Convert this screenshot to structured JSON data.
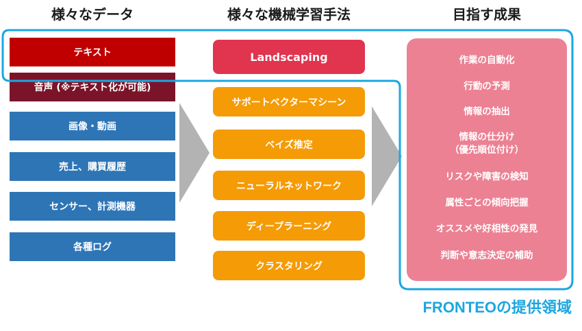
{
  "headings": {
    "data": "様々なデータ",
    "methods": "様々な機械学習手法",
    "goals": "目指す成果"
  },
  "data_items": [
    {
      "label": "テキスト",
      "color": "#c00000"
    },
    {
      "label": "音声 (※テキスト化が可能)",
      "color": "#7b1428"
    },
    {
      "label": "画像・動画",
      "color": "#2e75b6"
    },
    {
      "label": "売上、購買履歴",
      "color": "#2e75b6"
    },
    {
      "label": "センサー、計測機器",
      "color": "#2e75b6"
    },
    {
      "label": "各種ログ",
      "color": "#2e75b6"
    }
  ],
  "methods": [
    {
      "label": "Landscaping",
      "color": "#e0344f"
    },
    {
      "label": "サポートベクターマシーン",
      "color": "#f59b06"
    },
    {
      "label": "ベイズ推定",
      "color": "#f59b06"
    },
    {
      "label": "ニューラルネットワーク",
      "color": "#f59b06"
    },
    {
      "label": "ディープラーニング",
      "color": "#f59b06"
    },
    {
      "label": "クラスタリング",
      "color": "#f59b06"
    }
  ],
  "outcomes": [
    "作業の自動化",
    "行動の予測",
    "情報の抽出",
    "情報の仕分け",
    "（優先順位付け）",
    "リスクや障害の検知",
    "属性ごとの傾向把握",
    "オススメや好相性の発見",
    "判断や意志決定の補助"
  ],
  "fronteo_label": "FRONTEOの提供領域",
  "colors": {
    "frame": "#1ba6e0",
    "arrow": "#a6a6a6",
    "outcome_panel": "#ec8193"
  }
}
